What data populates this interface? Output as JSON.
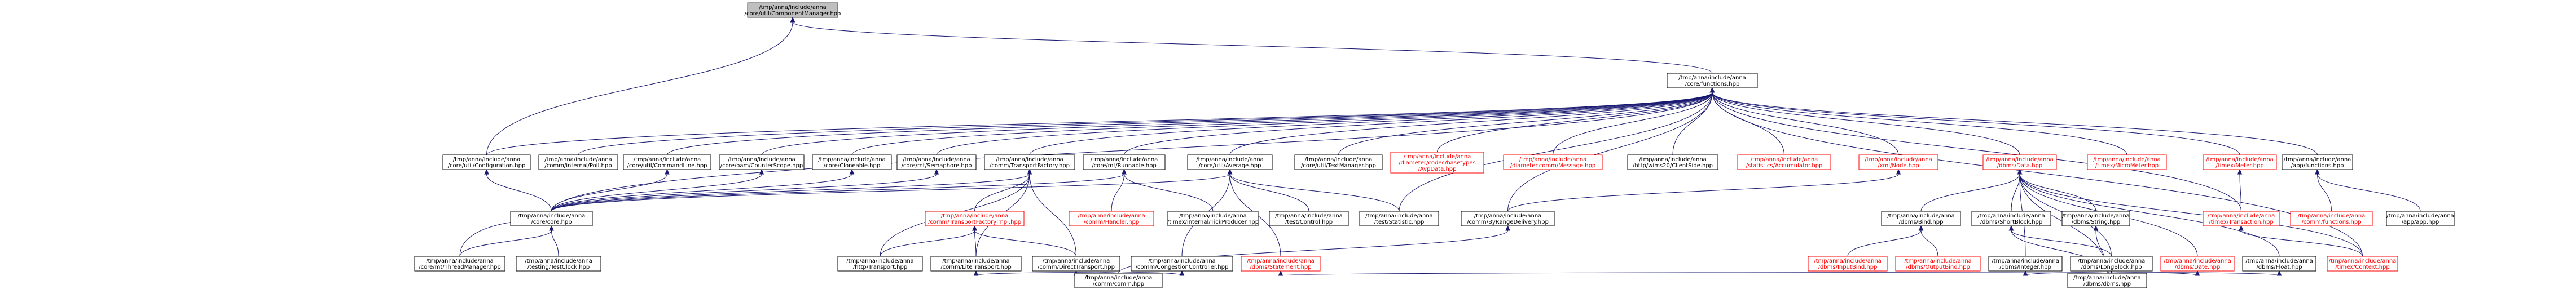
{
  "graph": {
    "nodes": [
      {
        "id": "cm",
        "lines": [
          "/tmp/anna/include/anna",
          "/core/util/ComponentManager.hpp"
        ],
        "style": "root"
      },
      {
        "id": "fn",
        "lines": [
          "/tmp/anna/include/anna",
          "/core/functions.hpp"
        ],
        "style": "normal"
      },
      {
        "id": "cfg",
        "lines": [
          "/tmp/anna/include/anna",
          "/core/util/Configuration.hpp"
        ],
        "style": "normal"
      },
      {
        "id": "core",
        "lines": [
          "/tmp/anna/include/anna",
          "/core/core.hpp"
        ],
        "style": "normal"
      },
      {
        "id": "ipoll",
        "lines": [
          "/tmp/anna/include/anna",
          "/comm/internal/Poll.hpp"
        ],
        "style": "normal"
      },
      {
        "id": "cmdl",
        "lines": [
          "/tmp/anna/include/anna",
          "/core/util/CommandLine.hpp"
        ],
        "style": "normal"
      },
      {
        "id": "ctrs",
        "lines": [
          "/tmp/anna/include/anna",
          "/core/oam/CounterScope.hpp"
        ],
        "style": "normal"
      },
      {
        "id": "clon",
        "lines": [
          "/tmp/anna/include/anna",
          "/core/Cloneable.hpp"
        ],
        "style": "normal"
      },
      {
        "id": "sem",
        "lines": [
          "/tmp/anna/include/anna",
          "/core/mt/Semaphore.hpp"
        ],
        "style": "normal"
      },
      {
        "id": "tfac",
        "lines": [
          "/tmp/anna/include/anna",
          "/comm/TransportFactory.hpp"
        ],
        "style": "normal"
      },
      {
        "id": "run",
        "lines": [
          "/tmp/anna/include/anna",
          "/core/mt/Runnable.hpp"
        ],
        "style": "normal"
      },
      {
        "id": "avg",
        "lines": [
          "/tmp/anna/include/anna",
          "/core/util/Average.hpp"
        ],
        "style": "normal"
      },
      {
        "id": "tmgr",
        "lines": [
          "/tmp/anna/include/anna",
          "/core/util/TextManager.hpp"
        ],
        "style": "normal"
      },
      {
        "id": "avps",
        "lines": [
          "/tmp/anna/include/anna",
          "/diameter/codec/basetypes",
          "/AvpData.hpp"
        ],
        "style": "red"
      },
      {
        "id": "dmsg",
        "lines": [
          "/tmp/anna/include/anna",
          "/diameter.comm/Message.hpp"
        ],
        "style": "red"
      },
      {
        "id": "http",
        "lines": [
          "/tmp/anna/include/anna",
          "/http/wims20/ClientSide.hpp"
        ],
        "style": "normal"
      },
      {
        "id": "acc",
        "lines": [
          "/tmp/anna/include/anna",
          "/statistics/Accumulator.hpp"
        ],
        "style": "red"
      },
      {
        "id": "xml",
        "lines": [
          "/tmp/anna/include/anna",
          "/xml/Node.hpp"
        ],
        "style": "red"
      },
      {
        "id": "data",
        "lines": [
          "/tmp/anna/include/anna",
          "/dbms/Data.hpp"
        ],
        "style": "red"
      },
      {
        "id": "micro",
        "lines": [
          "/tmp/anna/include/anna",
          "/timex/MicroMeter.hpp"
        ],
        "style": "red"
      },
      {
        "id": "meter",
        "lines": [
          "/tmp/anna/include/anna",
          "/timex/Meter.hpp"
        ],
        "style": "red"
      },
      {
        "id": "appfn",
        "lines": [
          "/tmp/anna/include/anna",
          "/app/functions.hpp"
        ],
        "style": "normal"
      },
      {
        "id": "thrm",
        "lines": [
          "/tmp/anna/include/anna",
          "/core/mt/ThreadManager.hpp"
        ],
        "style": "normal"
      },
      {
        "id": "tclk",
        "lines": [
          "/tmp/anna/include/anna",
          "/testing/TestClock.hpp"
        ],
        "style": "normal"
      },
      {
        "id": "tfim",
        "lines": [
          "/tmp/anna/include/anna",
          "/comm/TransportFactoryImpl.hpp"
        ],
        "style": "red"
      },
      {
        "id": "hnd",
        "lines": [
          "/tmp/anna/include/anna",
          "/comm/Handler.hpp"
        ],
        "style": "red"
      },
      {
        "id": "tick",
        "lines": [
          "/tmp/anna/include/anna",
          "/timex/internal/TickProducer.hpp"
        ],
        "style": "normal"
      },
      {
        "id": "ctl",
        "lines": [
          "/tmp/anna/include/anna",
          "/test/Control.hpp"
        ],
        "style": "normal"
      },
      {
        "id": "stat",
        "lines": [
          "/tmp/anna/include/anna",
          "/test/Statistic.hpp"
        ],
        "style": "normal"
      },
      {
        "id": "bydl",
        "lines": [
          "/tmp/anna/include/anna",
          "/comm/ByRangeDelivery.hpp"
        ],
        "style": "normal"
      },
      {
        "id": "bind",
        "lines": [
          "/tmp/anna/include/anna",
          "/dbms/Bind.hpp"
        ],
        "style": "normal"
      },
      {
        "id": "sblk",
        "lines": [
          "/tmp/anna/include/anna",
          "/dbms/ShortBlock.hpp"
        ],
        "style": "normal"
      },
      {
        "id": "str",
        "lines": [
          "/tmp/anna/include/anna",
          "/dbms/String.hpp"
        ],
        "style": "normal"
      },
      {
        "id": "trx",
        "lines": [
          "/tmp/anna/include/anna",
          "/timex/Transaction.hpp"
        ],
        "style": "red"
      },
      {
        "id": "fnr",
        "lines": [
          "/tmp/anna/include/anna",
          "/comm/functions.hpp"
        ],
        "style": "red"
      },
      {
        "id": "apph",
        "lines": [
          "/tmp/anna/include/anna",
          "/app/app.hpp"
        ],
        "style": "normal"
      },
      {
        "id": "htr",
        "lines": [
          "/tmp/anna/include/anna",
          "/http/Transport.hpp"
        ],
        "style": "normal"
      },
      {
        "id": "ltr",
        "lines": [
          "/tmp/anna/include/anna",
          "/comm/LiteTransport.hpp"
        ],
        "style": "normal"
      },
      {
        "id": "dtr",
        "lines": [
          "/tmp/anna/include/anna",
          "/comm/DirectTransport.hpp"
        ],
        "style": "normal"
      },
      {
        "id": "cctl",
        "lines": [
          "/tmp/anna/include/anna",
          "/comm/CongestionController.hpp"
        ],
        "style": "normal"
      },
      {
        "id": "stmt",
        "lines": [
          "/tmp/anna/include/anna",
          "/dbms/Statement.hpp"
        ],
        "style": "red"
      },
      {
        "id": "ibind",
        "lines": [
          "/tmp/anna/include/anna",
          "/dbms/InputBind.hpp"
        ],
        "style": "red"
      },
      {
        "id": "obind",
        "lines": [
          "/tmp/anna/include/anna",
          "/dbms/OutputBind.hpp"
        ],
        "style": "red"
      },
      {
        "id": "int",
        "lines": [
          "/tmp/anna/include/anna",
          "/dbms/Integer.hpp"
        ],
        "style": "normal"
      },
      {
        "id": "lblk",
        "lines": [
          "/tmp/anna/include/anna",
          "/dbms/LongBlock.hpp"
        ],
        "style": "normal"
      },
      {
        "id": "date",
        "lines": [
          "/tmp/anna/include/anna",
          "/dbms/Date.hpp"
        ],
        "style": "red"
      },
      {
        "id": "flt",
        "lines": [
          "/tmp/anna/include/anna",
          "/dbms/Float.hpp"
        ],
        "style": "normal"
      },
      {
        "id": "tctx",
        "lines": [
          "/tmp/anna/include/anna",
          "/timex/Context.hpp"
        ],
        "style": "red"
      },
      {
        "id": "comm",
        "lines": [
          "/tmp/anna/include/anna",
          "/comm/comm.hpp"
        ],
        "style": "normal"
      },
      {
        "id": "dbms",
        "lines": [
          "/tmp/anna/include/anna",
          "/dbms/dbms.hpp"
        ],
        "style": "normal"
      }
    ],
    "edges": [
      [
        "cm",
        "fn"
      ],
      [
        "cm",
        "cfg"
      ],
      [
        "fn",
        "cfg"
      ],
      [
        "fn",
        "core"
      ],
      [
        "fn",
        "ipoll"
      ],
      [
        "fn",
        "cmdl"
      ],
      [
        "fn",
        "ctrs"
      ],
      [
        "fn",
        "clon"
      ],
      [
        "fn",
        "sem"
      ],
      [
        "fn",
        "tfac"
      ],
      [
        "fn",
        "run"
      ],
      [
        "fn",
        "avg"
      ],
      [
        "fn",
        "tmgr"
      ],
      [
        "fn",
        "avps"
      ],
      [
        "fn",
        "dmsg"
      ],
      [
        "fn",
        "http"
      ],
      [
        "fn",
        "acc"
      ],
      [
        "fn",
        "xml"
      ],
      [
        "fn",
        "data"
      ],
      [
        "fn",
        "micro"
      ],
      [
        "fn",
        "meter"
      ],
      [
        "fn",
        "appfn"
      ],
      [
        "fn",
        "stat"
      ],
      [
        "fn",
        "bydl"
      ],
      [
        "fn",
        "tctx"
      ],
      [
        "fn",
        "trx"
      ],
      [
        "cfg",
        "core"
      ],
      [
        "cmdl",
        "core"
      ],
      [
        "ctrs",
        "core"
      ],
      [
        "clon",
        "core"
      ],
      [
        "sem",
        "core"
      ],
      [
        "tfac",
        "core"
      ],
      [
        "run",
        "core"
      ],
      [
        "avg",
        "core"
      ],
      [
        "core",
        "thrm"
      ],
      [
        "thrm",
        "core"
      ],
      [
        "core",
        "tclk"
      ],
      [
        "tfac",
        "tfim"
      ],
      [
        "tfac",
        "htr"
      ],
      [
        "tfac",
        "ltr"
      ],
      [
        "tfac",
        "dtr"
      ],
      [
        "tfim",
        "htr"
      ],
      [
        "tfim",
        "ltr"
      ],
      [
        "tfim",
        "dtr"
      ],
      [
        "run",
        "hnd"
      ],
      [
        "run",
        "tick"
      ],
      [
        "avg",
        "ctl"
      ],
      [
        "avg",
        "stat"
      ],
      [
        "avg",
        "cctl"
      ],
      [
        "avg",
        "stmt"
      ],
      [
        "xml",
        "bydl"
      ],
      [
        "data",
        "bind"
      ],
      [
        "data",
        "sblk"
      ],
      [
        "data",
        "str"
      ],
      [
        "data",
        "int"
      ],
      [
        "data",
        "lblk"
      ],
      [
        "data",
        "date"
      ],
      [
        "data",
        "flt"
      ],
      [
        "data",
        "dbms"
      ],
      [
        "data",
        "tctx"
      ],
      [
        "bind",
        "ibind"
      ],
      [
        "bind",
        "obind"
      ],
      [
        "sblk",
        "lblk"
      ],
      [
        "sblk",
        "dbms"
      ],
      [
        "str",
        "dbms"
      ],
      [
        "int",
        "dbms"
      ],
      [
        "lblk",
        "dbms"
      ],
      [
        "date",
        "dbms"
      ],
      [
        "flt",
        "dbms"
      ],
      [
        "stmt",
        "dbms"
      ],
      [
        "meter",
        "trx"
      ],
      [
        "trx",
        "tctx"
      ],
      [
        "appfn",
        "fnr"
      ],
      [
        "appfn",
        "apph"
      ],
      [
        "ltr",
        "comm"
      ],
      [
        "dtr",
        "comm"
      ],
      [
        "cctl",
        "comm"
      ],
      [
        "bydl",
        "comm"
      ]
    ]
  }
}
